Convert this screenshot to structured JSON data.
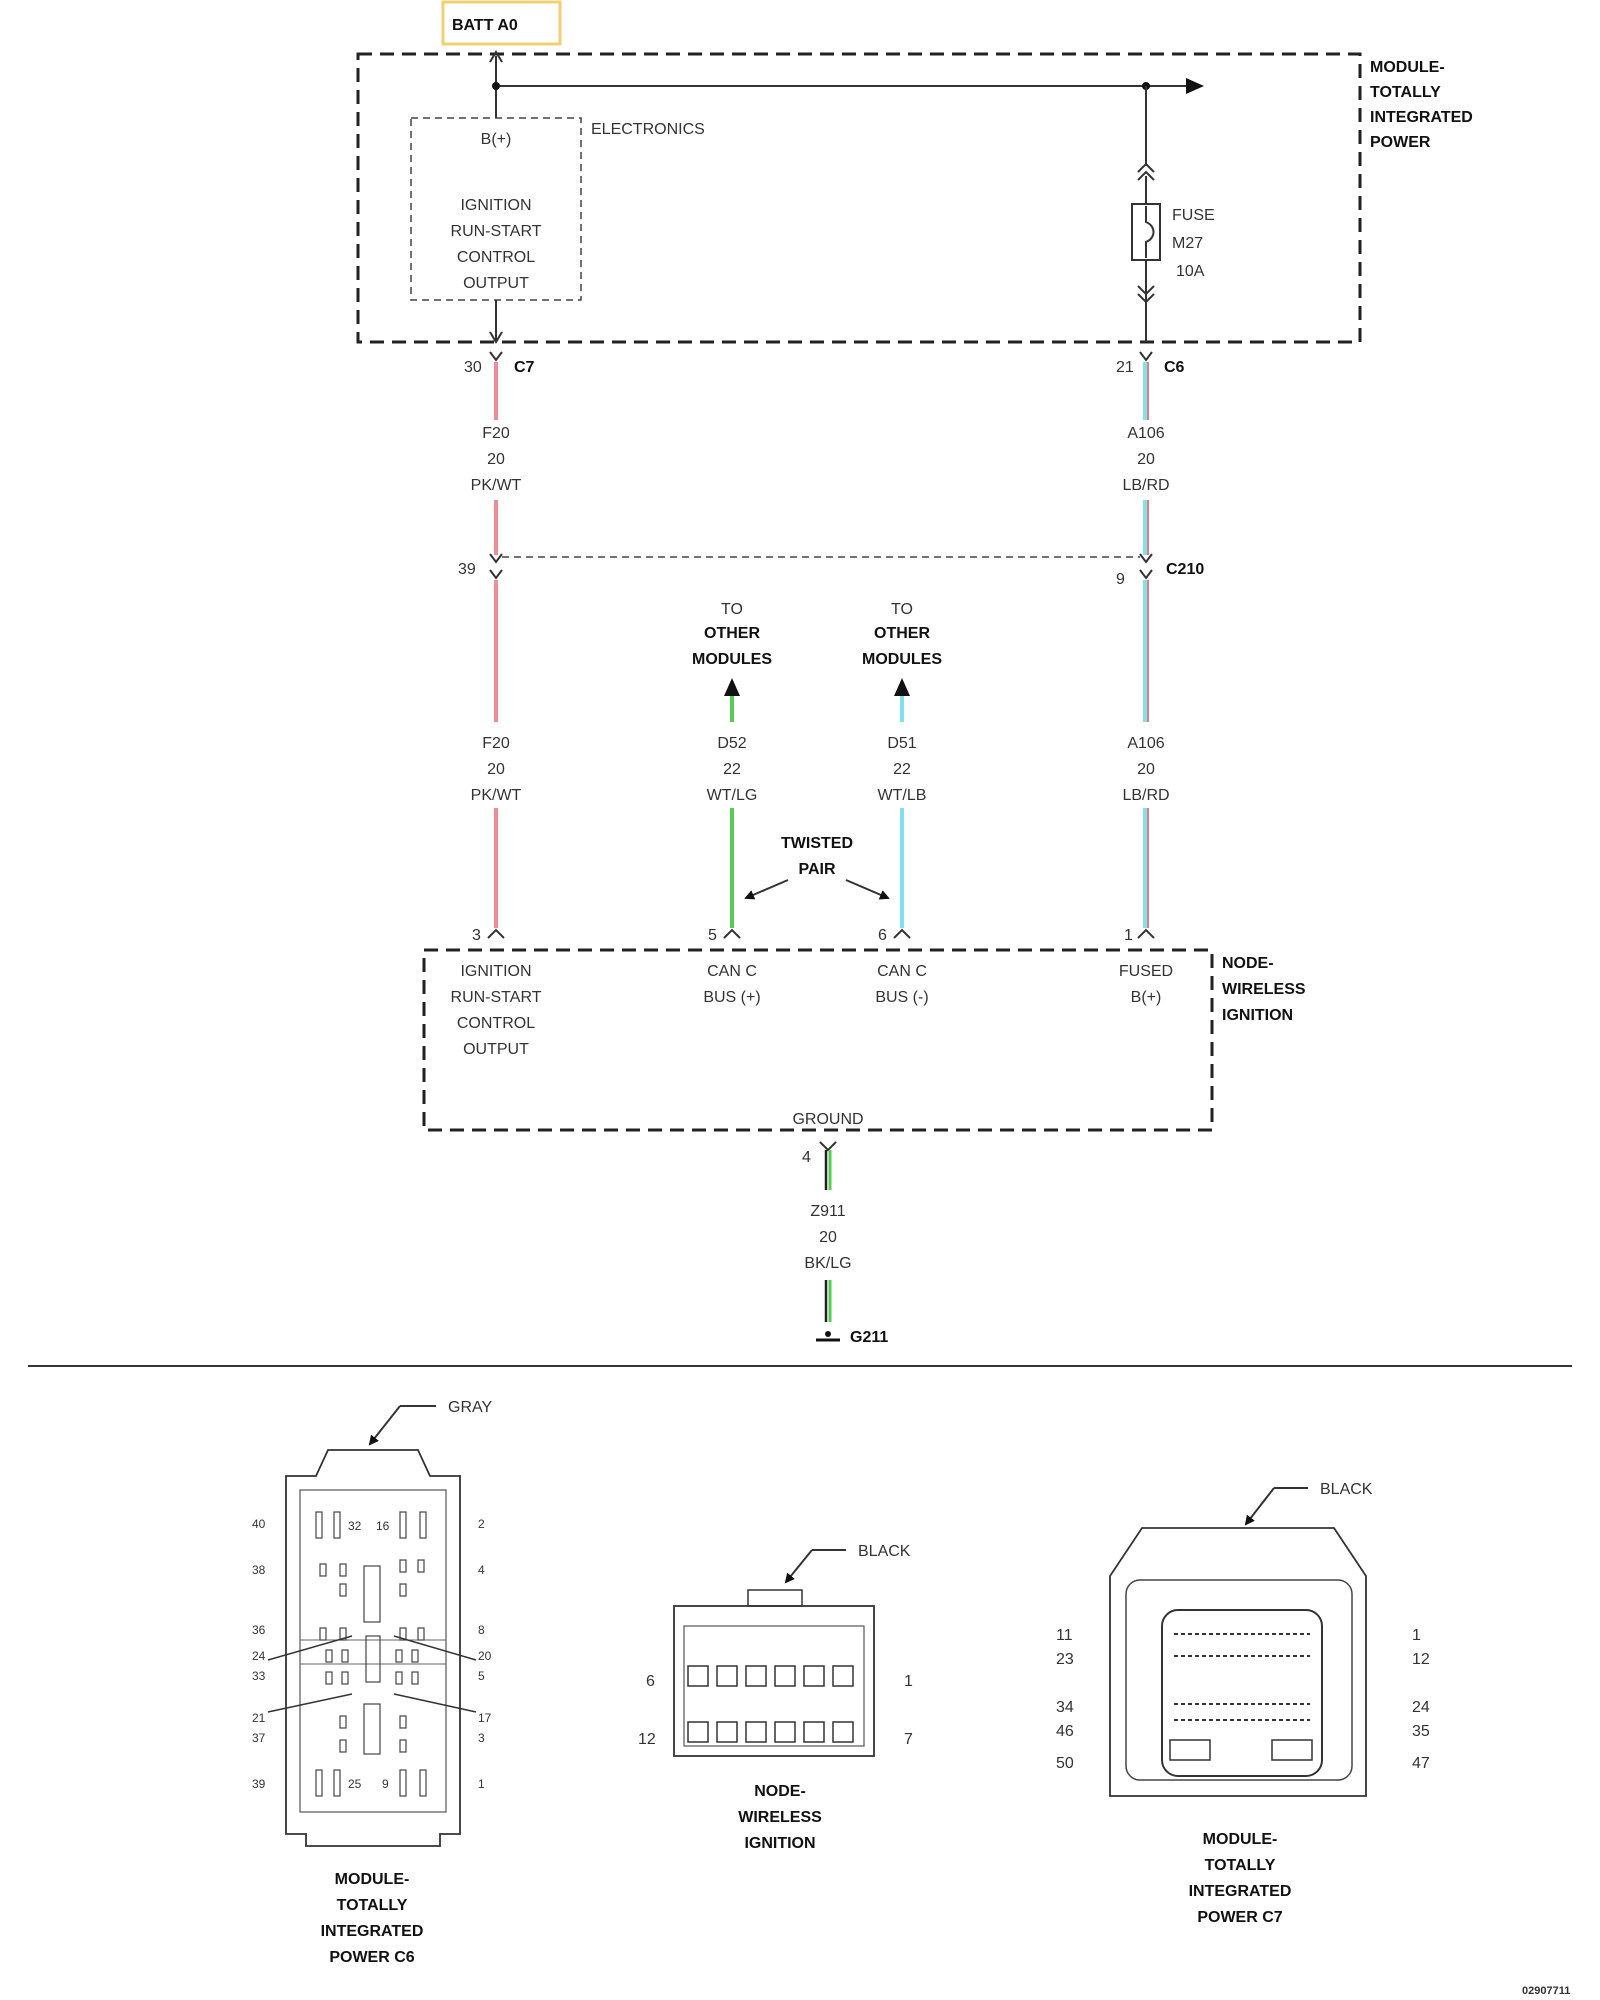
{
  "colors": {
    "wire_pink": "#ee8c9c",
    "wire_lightblue": "#7fe0ee",
    "wire_red": "#e05050",
    "wire_green": "#55cc55",
    "wire_black": "#222222",
    "batt_box": "#f0d070"
  },
  "battery": {
    "label": "BATT A0"
  },
  "tipm": {
    "title_lines": [
      "MODULE-",
      "TOTALLY",
      "INTEGRATED",
      "POWER"
    ],
    "electronics_label": "ELECTRONICS",
    "bplus_label": "B(+)",
    "output_lines": [
      "IGNITION",
      "RUN-START",
      "CONTROL",
      "OUTPUT"
    ],
    "fuse_lines": [
      "FUSE",
      "M27",
      "10A"
    ]
  },
  "connectors": {
    "c7_pin": "30",
    "c7_name": "C7",
    "c6_pin": "21",
    "c6_name": "C6",
    "c210_left_pin": "39",
    "c210_right_pin": "9",
    "c210_name": "C210"
  },
  "wires": {
    "f20_upper": [
      "F20",
      "20",
      "PK/WT"
    ],
    "a106_upper": [
      "A106",
      "20",
      "LB/RD"
    ],
    "f20_lower": [
      "F20",
      "20",
      "PK/WT"
    ],
    "d52": [
      "D52",
      "22",
      "WT/LG"
    ],
    "d51": [
      "D51",
      "22",
      "WT/LB"
    ],
    "a106_lower": [
      "A106",
      "20",
      "LB/RD"
    ],
    "z911": [
      "Z911",
      "20",
      "BK/LG"
    ]
  },
  "to_modules": {
    "left": [
      "TO",
      "OTHER",
      "MODULES"
    ],
    "right": [
      "TO",
      "OTHER",
      "MODULES"
    ]
  },
  "twisted_pair": [
    "TWISTED",
    "PAIR"
  ],
  "node": {
    "title_lines": [
      "NODE-",
      "WIRELESS",
      "IGNITION"
    ],
    "pins": {
      "p3": "3",
      "p5": "5",
      "p6": "6",
      "p1": "1",
      "p4": "4"
    },
    "ign_lines": [
      "IGNITION",
      "RUN-START",
      "CONTROL",
      "OUTPUT"
    ],
    "canp_lines": [
      "CAN C",
      "BUS (+)"
    ],
    "canm_lines": [
      "CAN C",
      "BUS (-)"
    ],
    "fused_lines": [
      "FUSED",
      "B(+)"
    ],
    "ground_label": "GROUND"
  },
  "ground": {
    "label": "G211"
  },
  "connector_views": {
    "c6": {
      "color": "GRAY",
      "title_lines": [
        "MODULE-",
        "TOTALLY",
        "INTEGRATED",
        "POWER C6"
      ],
      "left_pins": [
        "40",
        "38",
        "36",
        "24",
        "33",
        "21",
        "37",
        "39"
      ],
      "right_pins": [
        "2",
        "4",
        "8",
        "20",
        "5",
        "17",
        "3",
        "1"
      ],
      "inner_pins": [
        "32",
        "16",
        "25",
        "9"
      ]
    },
    "node": {
      "color": "BLACK",
      "title_lines": [
        "NODE-",
        "WIRELESS",
        "IGNITION"
      ],
      "left_pins": [
        "6",
        "12"
      ],
      "right_pins": [
        "1",
        "7"
      ]
    },
    "c7": {
      "color": "BLACK",
      "title_lines": [
        "MODULE-",
        "TOTALLY",
        "INTEGRATED",
        "POWER C7"
      ],
      "left_pins": [
        "11",
        "23",
        "34",
        "46",
        "50"
      ],
      "right_pins": [
        "1",
        "12",
        "24",
        "35",
        "47"
      ]
    }
  },
  "doc_number": "02907711"
}
